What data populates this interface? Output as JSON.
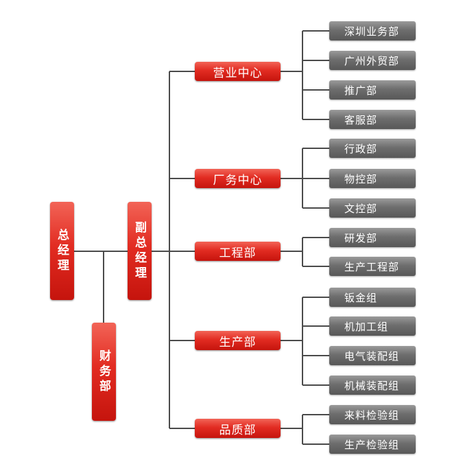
{
  "chart": {
    "root": {
      "label": "总经理"
    },
    "finance": {
      "label": "财务部"
    },
    "deputy": {
      "label": "副总经理"
    },
    "centers": [
      {
        "label": "营业中心",
        "children": [
          "深圳业务部",
          "广州外贸部",
          "推广部",
          "客服部"
        ]
      },
      {
        "label": "厂务中心",
        "children": [
          "行政部",
          "物控部",
          "文控部"
        ]
      },
      {
        "label": "工程部",
        "children": [
          "研发部",
          "生产工程部"
        ]
      },
      {
        "label": "生产部",
        "children": [
          "钣金组",
          "机加工组",
          "电气装配组",
          "机械装配组"
        ]
      },
      {
        "label": "品质部",
        "children": [
          "来料检验组",
          "生产检验组"
        ]
      }
    ]
  },
  "colors": {
    "node_red": "#e22c22",
    "node_gray": "#6e6e6e",
    "connector": "#4a4a4a"
  }
}
